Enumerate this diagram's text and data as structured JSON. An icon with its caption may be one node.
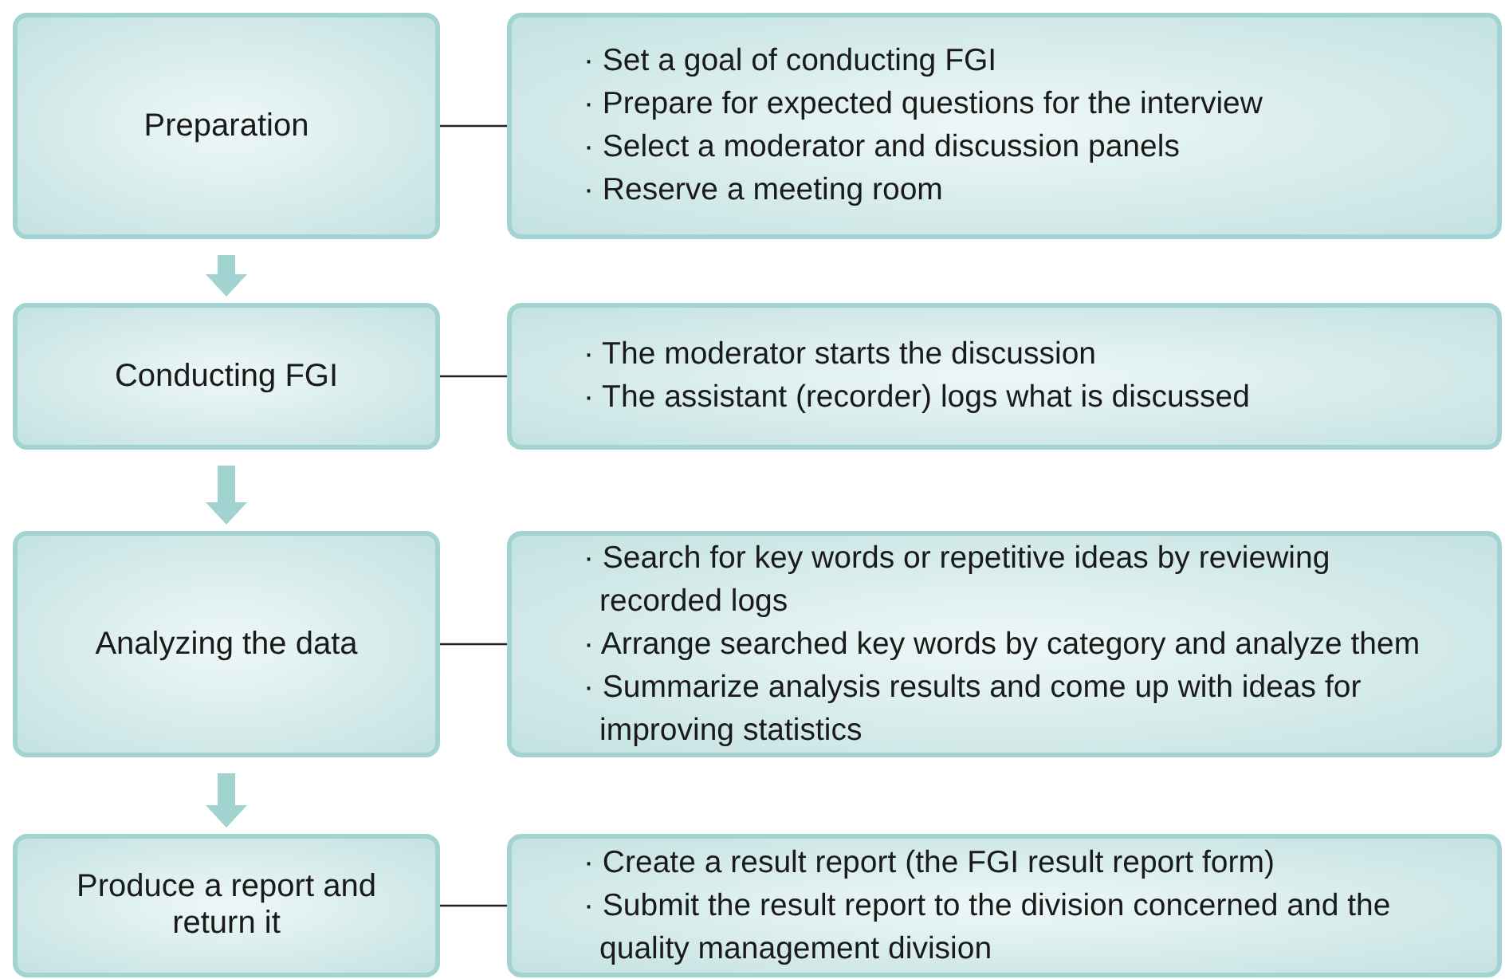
{
  "diagram": {
    "nodes": [
      {
        "text": [
          "Preparation"
        ]
      },
      {
        "text": [
          "· Set a goal of conducting FGI",
          "· Prepare for expected questions for the interview",
          "· Select a moderator and discussion panels",
          "· Reserve a meeting room"
        ]
      },
      {
        "text": [
          "Conducting FGI"
        ]
      },
      {
        "text": [
          "· The moderator starts the discussion",
          "· The assistant (recorder) logs what is discussed"
        ]
      },
      {
        "text": [
          "Analyzing the data"
        ]
      },
      {
        "text": [
          "· Search for key words or repetitive ideas by reviewing recorded logs",
          "· Arrange searched key words by category and analyze them",
          "· Summarize analysis results and come up with ideas for improving statistics"
        ]
      },
      {
        "text": [
          "Produce a report and return it"
        ]
      },
      {
        "text": [
          "· Create a result report (the FGI result report form)",
          "· Submit the result report to the division concerned and the quality management division"
        ]
      }
    ],
    "edges": [
      {
        "from": 0,
        "to": 1,
        "arrow": "none"
      },
      {
        "from": 0,
        "to": 2,
        "arrow": "to",
        "style": "thick",
        "color": "#a3d3d1"
      },
      {
        "from": 2,
        "to": 3,
        "arrow": "none"
      },
      {
        "from": 2,
        "to": 4,
        "arrow": "to",
        "style": "thick",
        "color": "#a3d3d1"
      },
      {
        "from": 4,
        "to": 5,
        "arrow": "none"
      },
      {
        "from": 4,
        "to": 6,
        "arrow": "to",
        "style": "thick",
        "color": "#a3d3d1"
      },
      {
        "from": 6,
        "to": 7,
        "arrow": "none"
      }
    ]
  }
}
